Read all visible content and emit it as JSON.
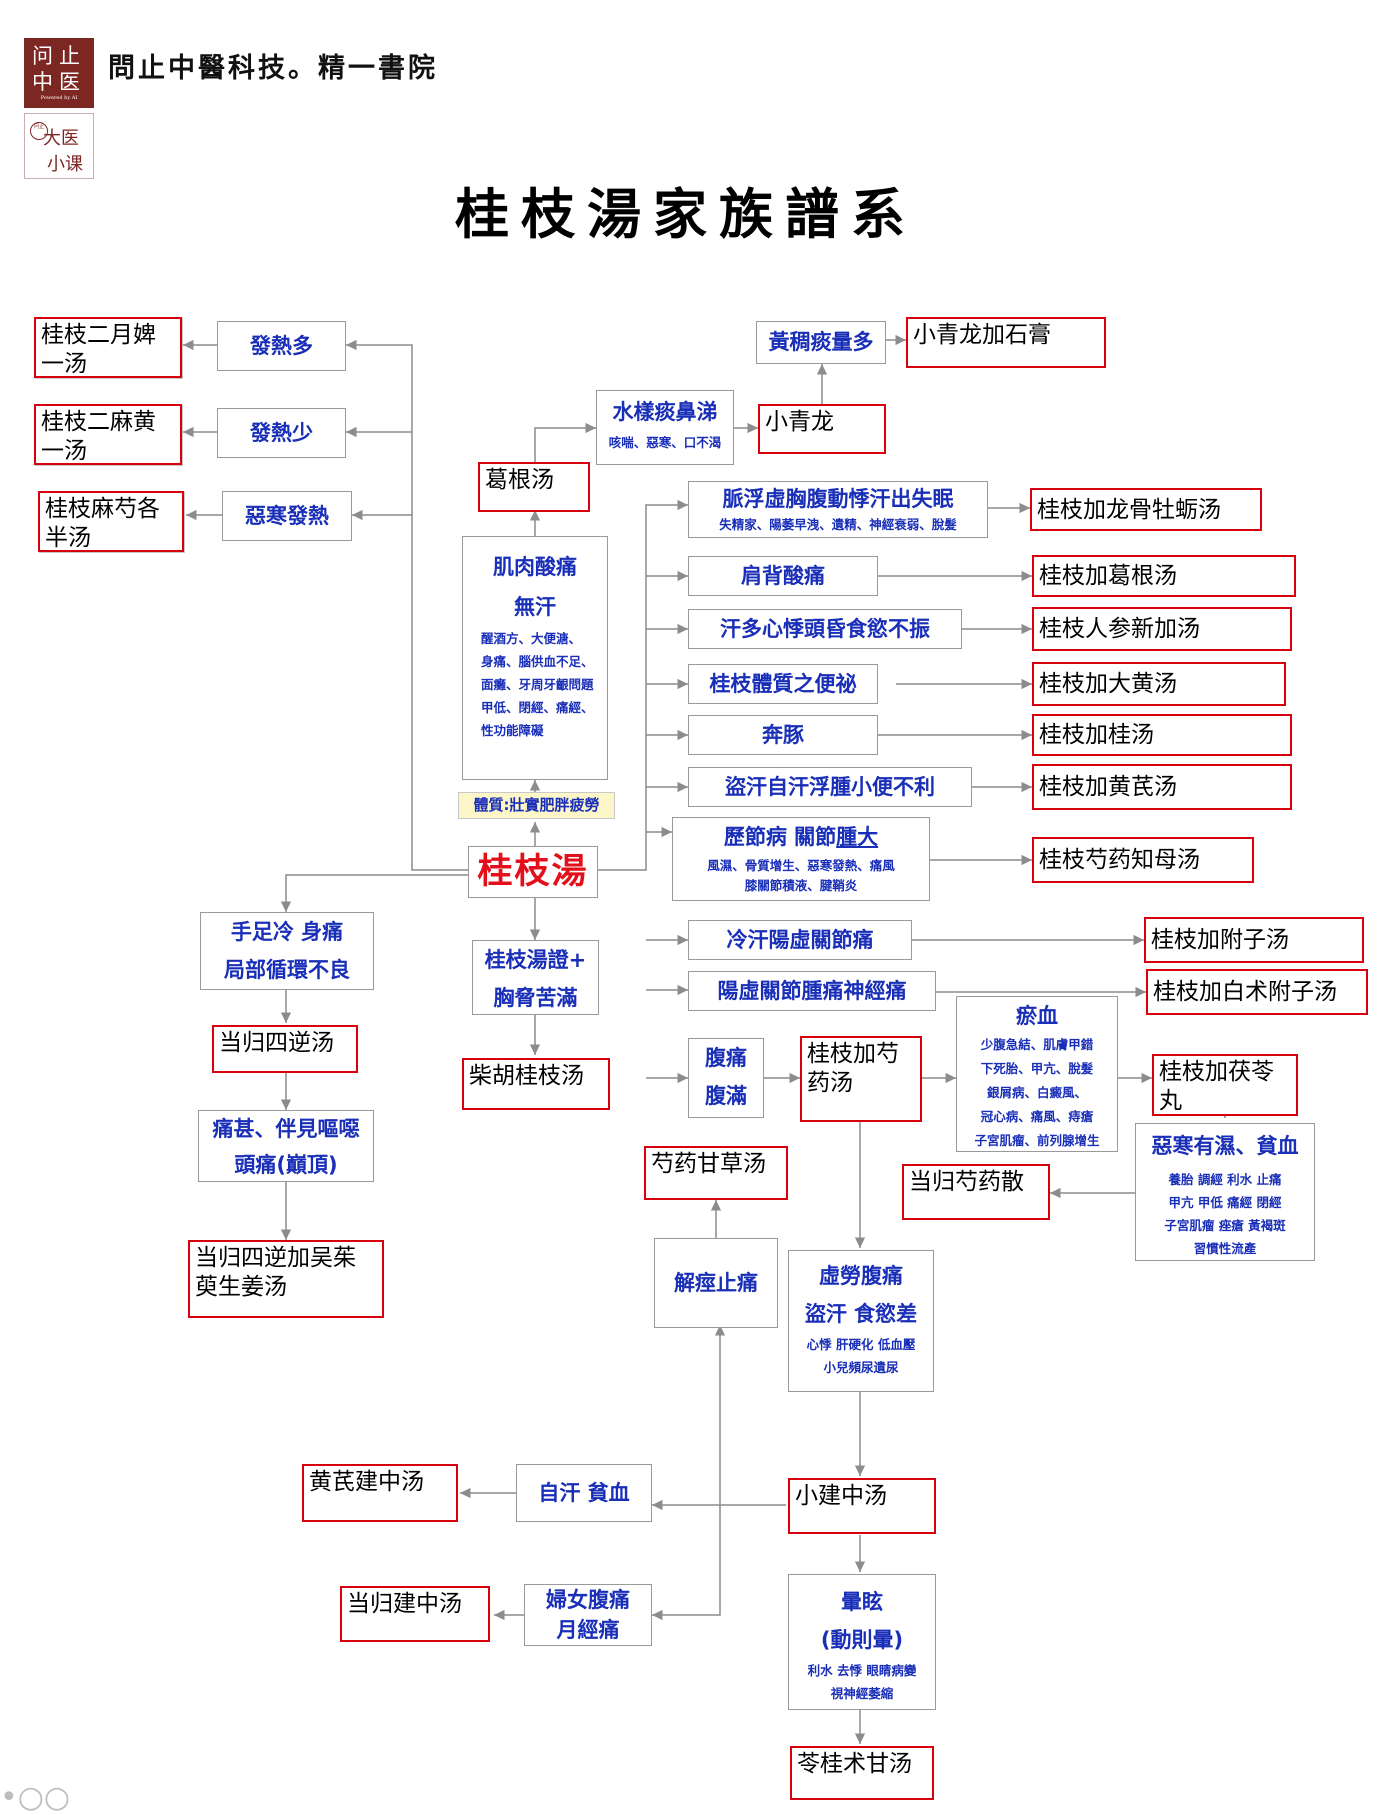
{
  "header": {
    "logo_line1": "问止",
    "logo_line2": "中医",
    "logo_caption": "Powered by AI",
    "logo2_seal": "问止",
    "logo2_line1": "大医",
    "logo2_line2": "小课",
    "brand": "問止中醫科技。精一書院"
  },
  "title": "桂枝湯家族譜系",
  "root": "桂枝湯",
  "constitution": "體質:壯實肥胖疲勞",
  "left": {
    "fever_more": "發熱多",
    "fever_less": "發熱少",
    "chill_fever": "惡寒發熱",
    "rx1": "桂枝二月婢一汤",
    "rx2": "桂枝二麻黄一汤",
    "rx3": "桂枝麻芍各半汤"
  },
  "upper": {
    "muscle_title1": "肌肉酸痛",
    "muscle_title2": "無汗",
    "muscle_sub1": "醒酒方、大便溏、",
    "muscle_sub2": "身痛、腦供血不足、",
    "muscle_sub3": "面癱、牙周牙齦問題",
    "muscle_sub4": "甲低、閉經、痛經、",
    "muscle_sub5": "性功能障礙",
    "gegen": "葛根汤",
    "watery_title": "水樣痰鼻涕",
    "watery_sub": "咳喘、惡寒、口不渴",
    "xiaoqinglong": "小青龙",
    "yellow_title": "黃稠痰量多",
    "xql_gypsum": "小青龙加石膏"
  },
  "right": {
    "pulse_title": "脈浮虛胸腹動悸汗出失眠",
    "pulse_sub": "失精家、陽萎早洩、遺精、神經衰弱、脫髮",
    "rx_pulse": "桂枝加龙骨牡蛎汤",
    "shoulder": "肩背酸痛",
    "rx_shoulder": "桂枝加葛根汤",
    "sweat_palp": "汗多心悸頭昏食慾不振",
    "rx_sweat_palp": "桂枝人参新加汤",
    "constip": "桂枝體質之便祕",
    "rx_constip": "桂枝加大黄汤",
    "bentun": "奔豚",
    "rx_bentun": "桂枝加桂汤",
    "nightsweat": "盜汗自汗浮腫小便不利",
    "rx_nightsweat": "桂枝加黄芪汤",
    "joint_title_a": "歷節病 關節",
    "joint_title_b": "腫大",
    "joint_sub1": "風濕、骨質增生、惡寒發熱、痛風",
    "joint_sub2": "膝關節積液、腱鞘炎",
    "rx_joint": "桂枝芍药知母汤",
    "coldsweat": "冷汗陽虛關節痛",
    "rx_coldsweat": "桂枝加附子汤",
    "yangxu": "陽虛關節腫痛神經痛",
    "rx_yangxu": "桂枝加白术附子汤"
  },
  "lower_left": {
    "cold_limbs1": "手足冷 身痛",
    "cold_limbs2": "局部循環不良",
    "rx_danggui_sini": "当归四逆汤",
    "severe1": "痛甚、伴見嘔噁",
    "severe2": "頭痛(巔頂)",
    "rx_danggui_wuzhuyu": "当归四逆加吴茱萸生姜汤"
  },
  "lower_center": {
    "chest1": "桂枝湯證+",
    "chest2": "胸脅苦滿",
    "rx_chaihu": "柴胡桂枝汤",
    "abd1": "腹痛",
    "abd2": "腹滿",
    "rx_shaoyao": "桂枝加芍药汤",
    "stasis_title": "瘀血",
    "stasis_sub1": "少腹急結、肌膚甲錯",
    "stasis_sub2": "下死胎、甲亢、脫髮",
    "stasis_sub3": "銀屑病、白癜風、",
    "stasis_sub4": "冠心病、痛風、痔瘡",
    "stasis_sub5": "子宮肌瘤、前列腺增生",
    "rx_fuling": "桂枝加茯苓丸",
    "chill_damp_title": "惡寒有濕、貧血",
    "chill_damp_sub1": "養胎 調經 利水 止痛",
    "chill_damp_sub2": "甲亢 甲低 痛經 閉經",
    "chill_damp_sub3": "子宮肌瘤 痤瘡 黃褐斑",
    "chill_damp_sub4": "習慣性流產",
    "rx_danggui_shaoyao": "当归芍药散",
    "rx_shaoyao_gancao": "芍药甘草汤",
    "spasm": "解痙止痛",
    "deficiency1": "虛勞腹痛",
    "deficiency2": "盜汗 食慾差",
    "deficiency_sub1": "心悸 肝硬化 低血壓",
    "deficiency_sub2": "小兒頻尿遺尿",
    "rx_xiaojianzhong": "小建中汤",
    "sweat_anemia": "自汗 貧血",
    "rx_huangqi": "黄芪建中汤",
    "women1": "婦女腹痛",
    "women2": "月經痛",
    "rx_danggui_jianzhong": "当归建中汤",
    "dizzy1": "暈眩",
    "dizzy2": "(動則暈)",
    "dizzy_sub1": "利水 去悸 眼睛病變",
    "dizzy_sub2": "視神經萎縮",
    "rx_linggui": "苓桂术甘汤"
  },
  "colors": {
    "symptom_text": "#1a2fb8",
    "formula_border": "#d8000f",
    "root_text": "#e3101c",
    "connector": "#8c8c8c",
    "constitution_bg": "#fcf6c9",
    "logo_bg": "#7d2723"
  }
}
